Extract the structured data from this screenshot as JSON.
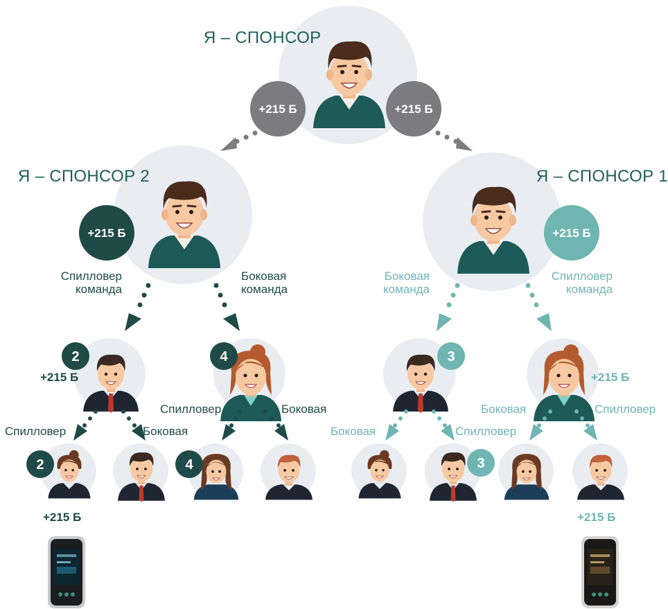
{
  "titles": {
    "top": "Я – СПОНСОР",
    "left": "Я – СПОНСОР 2",
    "right": "Я – СПОНСОР 1"
  },
  "points": {
    "top_left": "+215 Б",
    "top_right": "+215 Б",
    "left_main": "+215 Б",
    "right_main": "+215 Б",
    "l1": "+215 Б",
    "r4": "+215 Б",
    "bottom_left": "+215 Б",
    "bottom_right": "+215 Б"
  },
  "labels": {
    "left_spill": "Спилловер\nкоманда",
    "left_side": "Боковая\nкоманда",
    "right_side": "Боковая\nкоманда",
    "right_spill": "Спилловер\nкоманда",
    "l1_spill": "Спилловер",
    "l1_side": "Боковая",
    "l2_spill": "Спилловер",
    "l2_side": "Боковая",
    "r3_side": "Боковая",
    "r3_spill": "Спилловер",
    "r4_side": "Боковая",
    "r4_spill": "Спилловер"
  },
  "badges": {
    "l1": "2",
    "l2": "4",
    "r3": "3",
    "bl1": "2",
    "bl3": "4",
    "br2": "3"
  },
  "colors": {
    "dark": "#1f4a48",
    "light": "#6fb5b1",
    "gray": "#7b7b80",
    "circle": "#e9edf2"
  }
}
